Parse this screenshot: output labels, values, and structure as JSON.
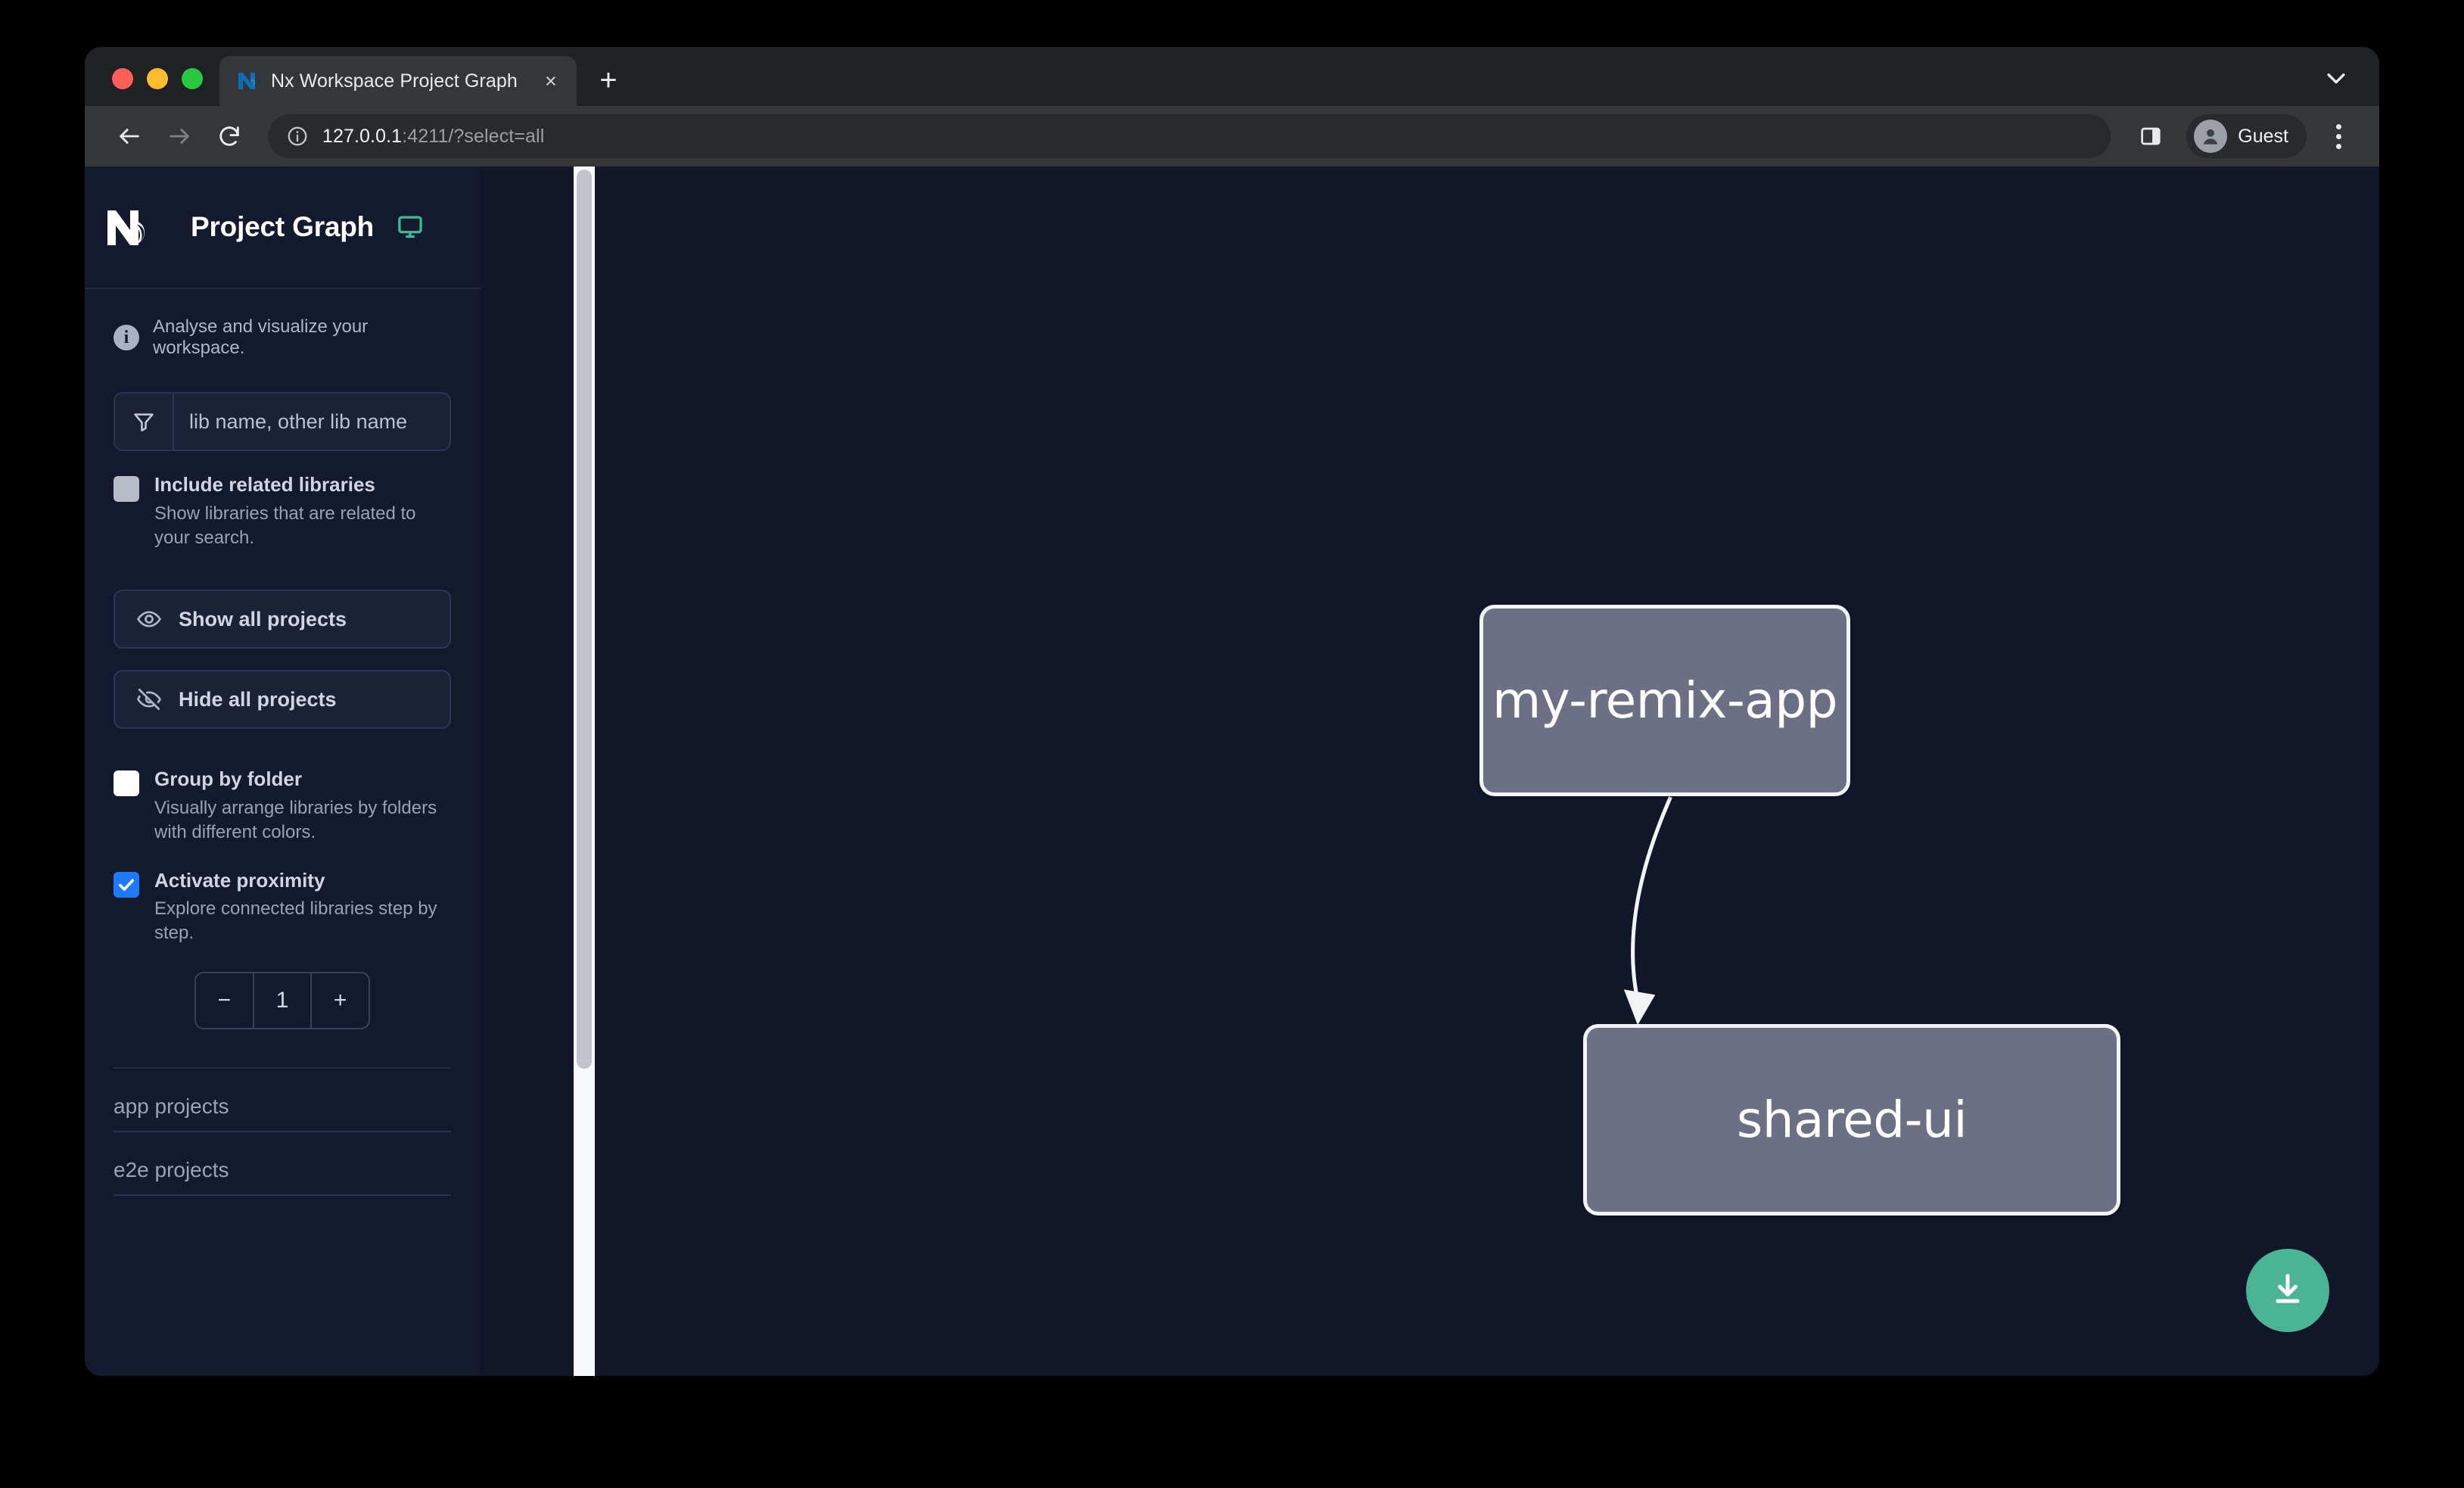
{
  "browser": {
    "tab": {
      "title": "Nx Workspace Project Graph",
      "close_label": "×",
      "favicon": "nx-logo-icon"
    },
    "new_tab_label": "+",
    "toolbar": {
      "back_icon": "back-arrow-icon",
      "forward_icon": "forward-arrow-icon",
      "reload_icon": "reload-icon",
      "site_info_icon": "info-circle-icon",
      "url_host": "127.0.0.1",
      "url_rest": ":4211/?select=all",
      "url_full": "127.0.0.1:4211/?select=all",
      "side_panel_icon": "side-panel-icon",
      "profile_name": "Guest",
      "profile_icon": "person-avatar-icon",
      "menu_icon": "three-dot-menu-icon"
    },
    "tabstrip_chevron_icon": "chevron-down-icon"
  },
  "sidebar": {
    "logo_icon": "nx-logo-icon",
    "title": "Project Graph",
    "monitor_icon": "monitor-icon",
    "monitor_color": "#3fb898",
    "info_icon": "info-icon",
    "info_text": "Analyse and visualize your workspace.",
    "filter": {
      "icon": "filter-funnel-icon",
      "placeholder": "lib name, other lib name",
      "value": ""
    },
    "options": [
      {
        "name": "include-related-libraries",
        "label": "Include related libraries",
        "description": "Show libraries that are related to your search.",
        "checked": false,
        "state": "muted"
      },
      {
        "name": "group-by-folder",
        "label": "Group by folder",
        "description": "Visually arrange libraries by folders with different colors.",
        "checked": false,
        "state": "empty"
      },
      {
        "name": "activate-proximity",
        "label": "Activate proximity",
        "description": "Explore connected libraries step by step.",
        "checked": true,
        "state": "checked"
      }
    ],
    "buttons": [
      {
        "name": "show-all-projects",
        "label": "Show all projects",
        "icon": "eye-icon"
      },
      {
        "name": "hide-all-projects",
        "label": "Hide all projects",
        "icon": "eye-slash-icon"
      }
    ],
    "stepper": {
      "decrement_label": "−",
      "value": "1",
      "increment_label": "+"
    },
    "project_sections": [
      {
        "name": "app-projects",
        "label": "app projects"
      },
      {
        "name": "e2e-projects",
        "label": "e2e projects"
      }
    ],
    "scrollbar": {
      "orientation": "vertical"
    }
  },
  "graph": {
    "background_color": "#111629",
    "node_fill": "#6b7085",
    "node_border": "#f2f3f7",
    "nodes": [
      {
        "name": "my-remix-app",
        "label": "my-remix-app"
      },
      {
        "name": "shared-ui",
        "label": "shared-ui"
      }
    ],
    "edges": [
      {
        "from": "my-remix-app",
        "to": "shared-ui"
      }
    ],
    "download_button": {
      "name": "download-graph-button",
      "icon": "download-icon",
      "color": "#4bb494"
    }
  }
}
